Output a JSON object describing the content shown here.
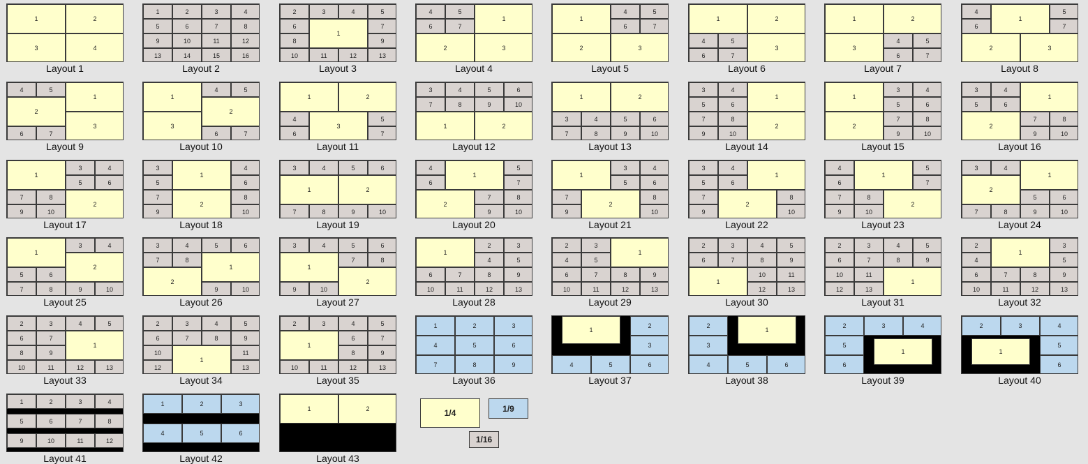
{
  "colors": {
    "background": "#e4e4e4",
    "quarter": "#ffffcc",
    "ninth": "#bcd8ee",
    "sixteenth": "#d9d3d0",
    "fill": "#000000"
  },
  "legend": {
    "quarter_label": "1/4",
    "ninth_label": "1/9",
    "sixteenth_label": "1/16"
  },
  "layouts": [
    {
      "name": "Layout 1",
      "cells": [
        "1",
        "2",
        "3",
        "4"
      ]
    },
    {
      "name": "Layout 2",
      "cells": [
        "1",
        "2",
        "3",
        "4",
        "5",
        "6",
        "7",
        "8",
        "9",
        "10",
        "11",
        "12",
        "13",
        "14",
        "15",
        "16"
      ]
    },
    {
      "name": "Layout 3",
      "cells": [
        "2",
        "3",
        "4",
        "5",
        "6",
        "1",
        "7",
        "8",
        "9",
        "10",
        "11",
        "12",
        "13"
      ]
    },
    {
      "name": "Layout 4",
      "cells": [
        "4",
        "5",
        "1",
        "6",
        "7",
        "2",
        "3"
      ]
    },
    {
      "name": "Layout 5",
      "cells": [
        "1",
        "4",
        "5",
        "6",
        "7",
        "2",
        "3"
      ]
    },
    {
      "name": "Layout 6",
      "cells": [
        "1",
        "2",
        "4",
        "5",
        "3",
        "6",
        "7"
      ]
    },
    {
      "name": "Layout 7",
      "cells": [
        "1",
        "2",
        "3",
        "4",
        "5",
        "6",
        "7"
      ]
    },
    {
      "name": "Layout 8",
      "cells": [
        "4",
        "1",
        "5",
        "6",
        "7",
        "2",
        "3"
      ]
    },
    {
      "name": "Layout 9",
      "cells": [
        "4",
        "5",
        "1",
        "2",
        "3",
        "6",
        "7"
      ]
    },
    {
      "name": "Layout 10",
      "cells": [
        "1",
        "4",
        "5",
        "2",
        "3",
        "6",
        "7"
      ]
    },
    {
      "name": "Layout 11",
      "cells": [
        "1",
        "2",
        "4",
        "3",
        "5",
        "6",
        "7"
      ]
    },
    {
      "name": "Layout 12",
      "cells": [
        "3",
        "4",
        "5",
        "6",
        "7",
        "8",
        "9",
        "10",
        "1",
        "2"
      ]
    },
    {
      "name": "Layout 13",
      "cells": [
        "1",
        "2",
        "3",
        "4",
        "5",
        "6",
        "7",
        "8",
        "9",
        "10"
      ]
    },
    {
      "name": "Layout 14",
      "cells": [
        "3",
        "4",
        "1",
        "5",
        "6",
        "7",
        "8",
        "2",
        "9",
        "10"
      ]
    },
    {
      "name": "Layout 15",
      "cells": [
        "1",
        "3",
        "4",
        "5",
        "6",
        "2",
        "7",
        "8",
        "9",
        "10"
      ]
    },
    {
      "name": "Layout 16",
      "cells": [
        "3",
        "4",
        "1",
        "5",
        "6",
        "2",
        "7",
        "8",
        "9",
        "10"
      ]
    },
    {
      "name": "Layout 17",
      "cells": [
        "1",
        "3",
        "4",
        "5",
        "6",
        "7",
        "8",
        "2",
        "9",
        "10"
      ]
    },
    {
      "name": "Layout 18",
      "cells": [
        "3",
        "1",
        "4",
        "5",
        "6",
        "7",
        "2",
        "8",
        "9",
        "10"
      ]
    },
    {
      "name": "Layout 19",
      "cells": [
        "3",
        "4",
        "5",
        "6",
        "1",
        "2",
        "7",
        "8",
        "9",
        "10"
      ]
    },
    {
      "name": "Layout 20",
      "cells": [
        "4",
        "1",
        "5",
        "6",
        "7",
        "2",
        "7",
        "8",
        "9",
        "10"
      ]
    },
    {
      "name": "Layout 21",
      "cells": [
        "1",
        "3",
        "4",
        "5",
        "6",
        "7",
        "2",
        "8",
        "9",
        "10"
      ]
    },
    {
      "name": "Layout 22",
      "cells": [
        "3",
        "4",
        "1",
        "5",
        "6",
        "7",
        "2",
        "8",
        "9",
        "10"
      ]
    },
    {
      "name": "Layout 23",
      "cells": [
        "4",
        "1",
        "5",
        "6",
        "7",
        "7",
        "8",
        "2",
        "9",
        "10"
      ]
    },
    {
      "name": "Layout 24",
      "cells": [
        "3",
        "4",
        "1",
        "2",
        "5",
        "6",
        "7",
        "8",
        "9",
        "10"
      ]
    },
    {
      "name": "Layout 25",
      "cells": [
        "1",
        "3",
        "4",
        "2",
        "5",
        "6",
        "7",
        "8",
        "9",
        "10"
      ]
    },
    {
      "name": "Layout 26",
      "cells": [
        "3",
        "4",
        "5",
        "6",
        "7",
        "8",
        "1",
        "2",
        "9",
        "10"
      ]
    },
    {
      "name": "Layout 27",
      "cells": [
        "3",
        "4",
        "5",
        "6",
        "1",
        "7",
        "8",
        "2",
        "9",
        "10"
      ]
    },
    {
      "name": "Layout 28",
      "cells": [
        "1",
        "2",
        "3",
        "4",
        "5",
        "6",
        "7",
        "8",
        "9",
        "10",
        "11",
        "12",
        "13"
      ]
    },
    {
      "name": "Layout 29",
      "cells": [
        "2",
        "3",
        "1",
        "4",
        "5",
        "6",
        "7",
        "8",
        "9",
        "10",
        "11",
        "12",
        "13"
      ]
    },
    {
      "name": "Layout 30",
      "cells": [
        "2",
        "3",
        "4",
        "5",
        "6",
        "7",
        "8",
        "9",
        "1",
        "10",
        "11",
        "12",
        "13"
      ]
    },
    {
      "name": "Layout 31",
      "cells": [
        "2",
        "3",
        "4",
        "5",
        "6",
        "7",
        "8",
        "9",
        "10",
        "11",
        "12",
        "13",
        "1"
      ]
    },
    {
      "name": "Layout 32",
      "cells": [
        "2",
        "1",
        "3",
        "4",
        "5",
        "6",
        "7",
        "8",
        "9",
        "10",
        "11",
        "12",
        "13"
      ]
    },
    {
      "name": "Layout 33",
      "cells": [
        "2",
        "3",
        "4",
        "5",
        "6",
        "7",
        "1",
        "8",
        "9",
        "10",
        "11",
        "12",
        "13"
      ]
    },
    {
      "name": "Layout 34",
      "cells": [
        "2",
        "3",
        "4",
        "5",
        "6",
        "7",
        "8",
        "9",
        "10",
        "11",
        "1",
        "12",
        "13"
      ]
    },
    {
      "name": "Layout 35",
      "cells": [
        "2",
        "3",
        "4",
        "5",
        "1",
        "6",
        "7",
        "8",
        "9",
        "10",
        "11",
        "12",
        "13"
      ]
    },
    {
      "name": "Layout 36",
      "cells": [
        "1",
        "2",
        "3",
        "4",
        "5",
        "6",
        "7",
        "8",
        "9"
      ]
    },
    {
      "name": "Layout 37",
      "cells": [
        "1",
        "2",
        "3",
        "4",
        "5",
        "6"
      ]
    },
    {
      "name": "Layout 38",
      "cells": [
        "2",
        "1",
        "3",
        "4",
        "5",
        "6"
      ]
    },
    {
      "name": "Layout 39",
      "cells": [
        "2",
        "3",
        "4",
        "5",
        "1",
        "6"
      ]
    },
    {
      "name": "Layout 40",
      "cells": [
        "2",
        "3",
        "4",
        "1",
        "5",
        "6"
      ]
    },
    {
      "name": "Layout 41",
      "cells": [
        "1",
        "2",
        "3",
        "4",
        "5",
        "6",
        "7",
        "8",
        "9",
        "10",
        "11",
        "12"
      ]
    },
    {
      "name": "Layout 42",
      "cells": [
        "1",
        "2",
        "3",
        "4",
        "5",
        "6"
      ]
    },
    {
      "name": "Layout 43",
      "cells": [
        "1",
        "2"
      ]
    }
  ]
}
